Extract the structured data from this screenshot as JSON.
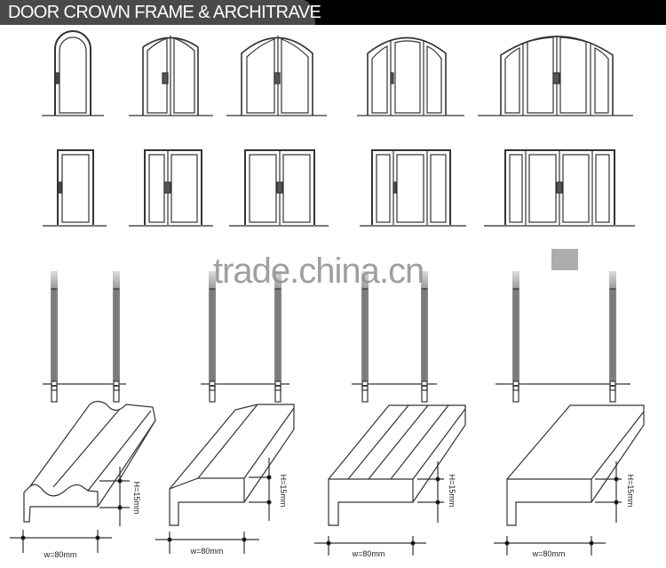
{
  "header": {
    "title": "DOOR CROWN FRAME & ARCHITRAVE",
    "bg_dark": "#000000",
    "bg_tab": "#4a4a4a"
  },
  "watermark": {
    "text": "trade.china.cn"
  },
  "rows": {
    "arched_doors": [
      "single-arched-door",
      "double-arched-door-narrow",
      "double-arched-door-wide",
      "triple-arched-door",
      "quad-arched-door"
    ],
    "rectangular_doors": [
      "single-door",
      "double-door-narrow",
      "double-door-wide",
      "triple-door",
      "quad-door"
    ],
    "jamb_pairs": 4
  },
  "profiles": [
    {
      "id": "ogee-profile",
      "height_label": "H=15mm",
      "width_label": "w=80mm"
    },
    {
      "id": "chamfer-profile",
      "height_label": "H=15mm",
      "width_label": "w=80mm"
    },
    {
      "id": "grooved-profile",
      "height_label": "H=15mm",
      "width_label": "w=80mm"
    },
    {
      "id": "flat-profile",
      "height_label": "H=15mm",
      "width_label": "w=80mm"
    }
  ]
}
